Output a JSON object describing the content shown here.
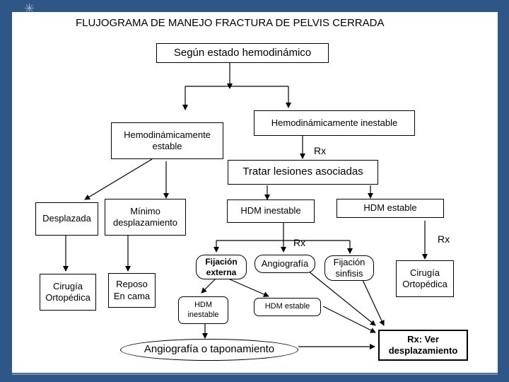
{
  "title": "FLUJOGRAMA DE MANEJO FRACTURA DE PELVIS CERRADA",
  "nodes": {
    "root": "Según estado hemodinámico",
    "hd_estable": "Hemodinámicamente estable",
    "hd_inestable": "Hemodinámicamente inestable",
    "tratar": "Tratar lesiones asociadas",
    "desplazada": "Desplazada",
    "minimo": "Mínimo desplazamiento",
    "hdm_inestable": "HDM inestable",
    "hdm_estable": "HDM estable",
    "cirugia_1": "Cirugía Ortopédica",
    "reposo": "Reposo En cama",
    "fijacion_externa": "Fijación externa",
    "angiografia": "Angiografía",
    "fijacion_sinfisis": "Fijación sinfisis",
    "cirugia_2": "Cirugía Ortopédica",
    "hdm_inestable_2": "HDM inestable",
    "hdm_estable_2": "HDM estable",
    "angio_taponamiento": "Angiografía o taponamiento",
    "rx_ver": "Rx: Ver desplazamiento"
  },
  "labels": {
    "rx_1": "Rx",
    "rx_2": "Rx",
    "rx_3": "Rx"
  }
}
